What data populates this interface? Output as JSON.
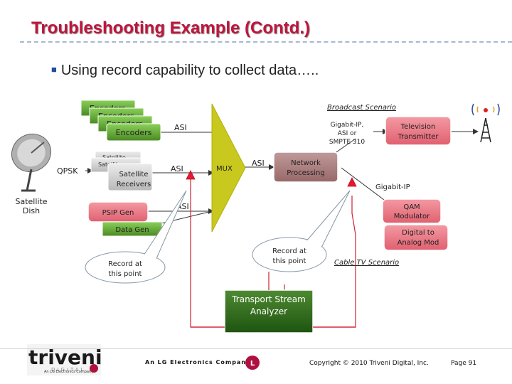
{
  "slide": {
    "title": "Troubleshooting Example (Contd.)",
    "bullet": "Using record capability to collect data….."
  },
  "diagram": {
    "broadcast_label": "Broadcast Scenario",
    "cable_label": "Cable TV Scenario",
    "encoders": [
      "Encoders",
      "Encoders",
      "Encoders",
      "Encoders"
    ],
    "satellite_stack": [
      "Satellite",
      "Satellite",
      "Satellite Receivers"
    ],
    "qpsk": "QPSK",
    "satellite_dish": "Satellite Dish",
    "asi": "ASI",
    "mux": "MUX",
    "gigabit_ip_asi": "Gigabit-IP, ASI or SMPTE 310",
    "gigabit_ip": "Gigabit-IP",
    "tv_transmitter": "Television Transmitter",
    "network_processing": "Network Processing",
    "psip_gen": "PSIP Gen",
    "data_gen": "Data Gen",
    "qam_modulator": "QAM Modulator",
    "digital_to_analog": "Digital to Analog Mod",
    "record_left": "Record at this point",
    "record_center": "Record at this point",
    "ts_analyzer": "Transport Stream Analyzer"
  },
  "footer": {
    "logo_name": "triveni",
    "logo_sub": "DIGITAL",
    "logo_tagline": "An LG Electronics Company",
    "company_line": "An LG Electronics Company",
    "copyright": "Copyright © 2010 Triveni Digital, Inc.",
    "page": "Page 91"
  },
  "colors": {
    "title": "#c0143c",
    "encoder_green": "#5aa02c",
    "grey_box": "#c8c8c8",
    "pink_box": "#e8707c",
    "mauve_box": "#a87878",
    "mux_yellow": "#c8c81e",
    "analyzer_green": "#2a6a1c",
    "arrow_red": "#e81830"
  },
  "icons": [
    "satellite-dish-icon",
    "broadcast-tower-icon",
    "lg-logo-icon",
    "triveni-logo-icon"
  ]
}
